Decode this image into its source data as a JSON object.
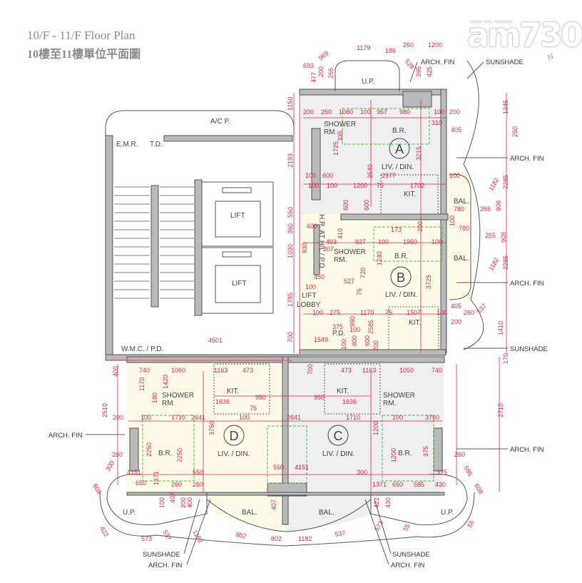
{
  "title": {
    "english": "10/F - 11/F Floor Plan",
    "chinese": "10樓至11樓單位平面圖"
  },
  "logo": {
    "text": "am730",
    "tagline": "regular daily newspaper",
    "compass": "N"
  },
  "colors": {
    "dimension": "#e0284f",
    "unit_cream": "#fdfbe8",
    "unit_grey": "#efefef",
    "wall": "#b9b9b9",
    "furniture_dash": "#4cb84c"
  },
  "units": {
    "a": "A",
    "b": "B",
    "c": "C",
    "d": "D"
  },
  "rooms": {
    "acp": "A/C P.",
    "emr": "E.M.R.",
    "td": "T.D.",
    "lift1": "LIFT",
    "lift2": "LIFT",
    "lift_lobby_1": "LIFT",
    "lift_lobby_2": "LOBBY",
    "wmc": "W.M.C. / P.D.",
    "hr": "H.R. AT H/L / P.D.",
    "pd": "P.D.",
    "a_up": "U.P.",
    "a_shower_1": "SHOWER",
    "a_shower_2": "RM.",
    "a_br": "B.R.",
    "a_liv": "LIV. / DIN.",
    "a_kit": "KIT.",
    "a_bal": "BAL.",
    "b_shower_1": "SHOWER",
    "b_shower_2": "RM.",
    "b_br": "B.R.",
    "b_liv": "LIV. / DIN.",
    "b_kit": "KIT.",
    "b_bal": "BAL.",
    "d_shower_1": "SHOWER",
    "d_shower_2": "RM.",
    "d_kit": "KIT.",
    "d_br": "B.R.",
    "d_liv": "LIV. / DIN.",
    "d_up": "U.P.",
    "d_bal": "BAL.",
    "c_shower_1": "SHOWER",
    "c_shower_2": "RM.",
    "c_kit": "KIT.",
    "c_br": "B.R.",
    "c_liv": "LIV. / DIN.",
    "c_up": "U.P.",
    "c_bal": "BAL."
  },
  "callouts": {
    "arch_fin_top": "ARCH. FIN",
    "sunshade_top": "SUNSHADE",
    "arch_fin_r1": "ARCH. FIN",
    "arch_fin_r2": "ARCH. FIN",
    "sunshade_r": "SUNSHADE",
    "arch_fin_r3": "ARCH. FIN",
    "arch_fin_l": "ARCH. FIN",
    "sunshade_bl": "SUNSHADE",
    "arch_fin_bl": "ARCH. FIN",
    "sunshade_br": "SUNSHADE",
    "arch_fin_br": "ARCH. FIN"
  },
  "dims": [
    "1179",
    "186",
    "260",
    "1200",
    "969",
    "693",
    "529",
    "477",
    "200",
    "265",
    "395",
    "425",
    "1150",
    "200",
    "250",
    "1080",
    "100",
    "957",
    "980",
    "100",
    "200",
    "310",
    "335",
    "1725",
    "3540",
    "3215",
    "2193",
    "405",
    "1345",
    "260",
    "100",
    "600",
    "2977",
    "100",
    "100",
    "1200",
    "75",
    "1702",
    "100",
    "2285",
    "1182",
    "908",
    "780",
    "255",
    "550",
    "600",
    "600",
    "360",
    "600",
    "410",
    "173",
    "1030",
    "830",
    "493",
    "927",
    "100",
    "1950",
    "100",
    "200",
    "207",
    "1240",
    "780",
    "100",
    "255",
    "908",
    "2285",
    "450",
    "527",
    "720",
    "3725",
    "1182",
    "100",
    "75",
    "1785",
    "100",
    "275",
    "1170",
    "75",
    "1507",
    "100",
    "405",
    "260",
    "537",
    "2585",
    "200",
    "990",
    "100",
    "375",
    "1410",
    "700",
    "1549",
    "800",
    "200",
    "600",
    "100",
    "4501",
    "170",
    "400",
    "740",
    "1060",
    "1163",
    "473",
    "700",
    "473",
    "1163",
    "1050",
    "740",
    "1170",
    "1420",
    "1636",
    "950",
    "75",
    "950",
    "1636",
    "2510",
    "2710",
    "180",
    "200",
    "100",
    "1710",
    "2641",
    "100",
    "2641",
    "1710",
    "100",
    "3750",
    "3750",
    "1200",
    "2250",
    "2250",
    "1200",
    "375",
    "260",
    "300",
    "4151",
    "550",
    "550",
    "4151",
    "300",
    "375",
    "260",
    "585",
    "650",
    "1371",
    "260",
    "260",
    "1371",
    "650",
    "585",
    "430",
    "608",
    "422",
    "100",
    "407",
    "200",
    "400",
    "407",
    "422",
    "430",
    "608",
    "55",
    "573",
    "537",
    "1182",
    "802",
    "802",
    "1182",
    "537",
    "573",
    "55"
  ]
}
